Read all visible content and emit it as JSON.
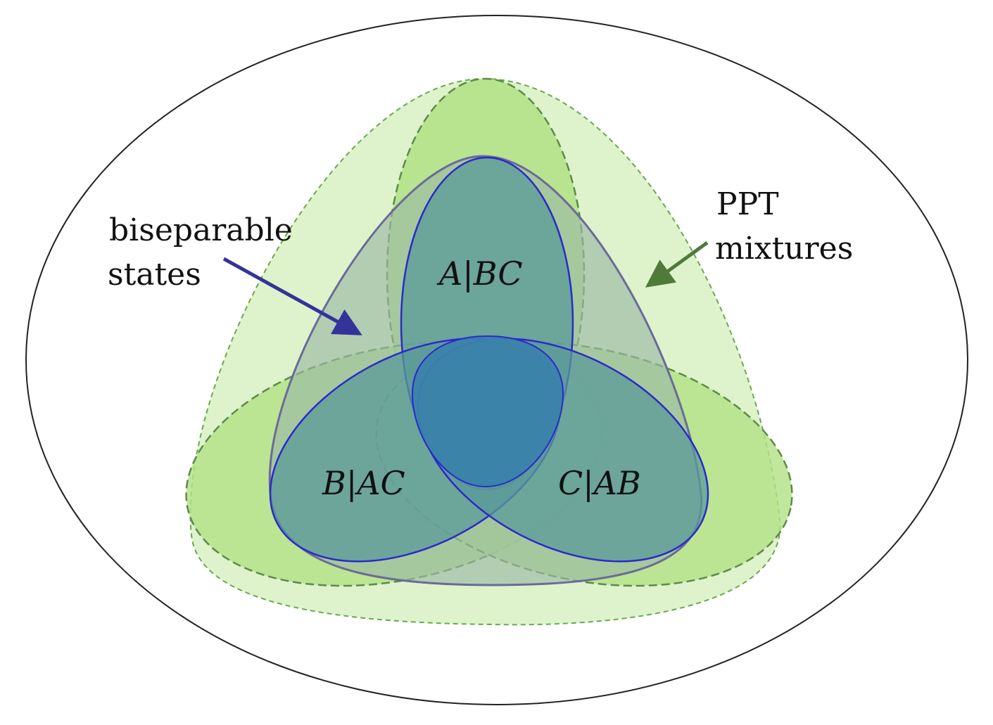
{
  "labels": {
    "biseparable_line1": "biseparable",
    "biseparable_line2": "states",
    "ppt_line1": "PPT",
    "ppt_line2": "mixtures",
    "a_bc": {
      "left": "A",
      "bar": "|",
      "right": "BC"
    },
    "b_ac": {
      "left": "B",
      "bar": "|",
      "right": "AC"
    },
    "c_ab": {
      "left": "C",
      "bar": "|",
      "right": "AB"
    }
  },
  "colors": {
    "outer_ellipse_stroke": "#222222",
    "ppt_light_fill": "#dcf2c9",
    "ppt_mid_fill": "#b2e185",
    "ppt_dashed_stroke": "#6aa84f",
    "ppt_dashed_stroke_dark": "#5d8a4a",
    "biseparable_fill": "#9bb8a4",
    "biseparable_stroke": "#6a6a9a",
    "bipartition_fill": "#5a9a9a",
    "bipartition_stroke": "#2a2acc",
    "center_fill": "#3b82ab",
    "biseparable_arrow": "#333399",
    "ppt_arrow": "#4f7a3a"
  }
}
